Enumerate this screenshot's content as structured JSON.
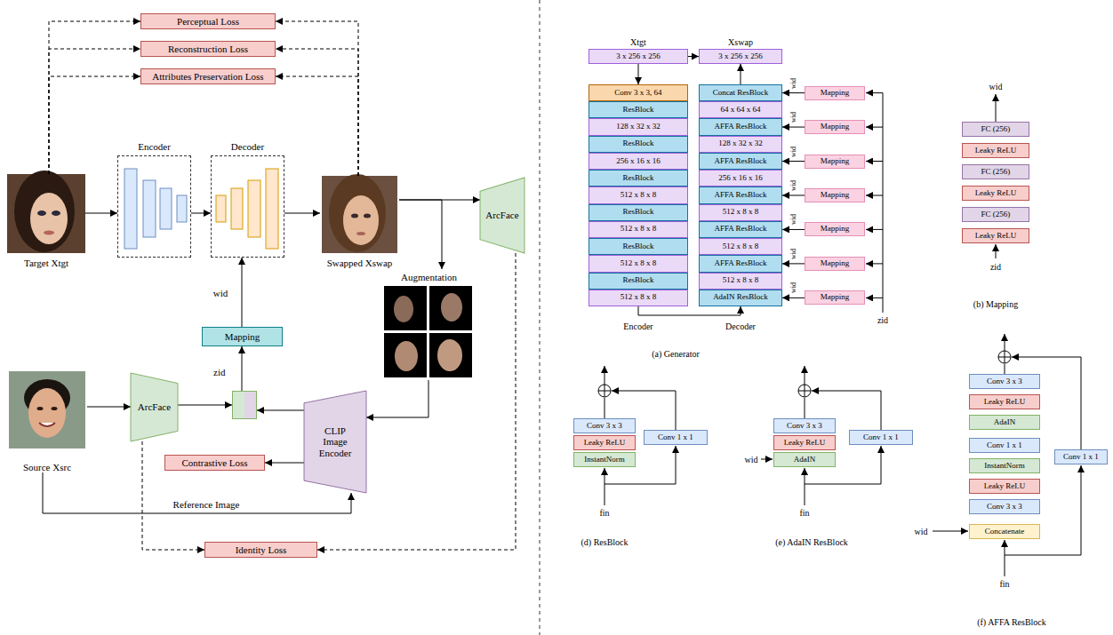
{
  "diagram": {
    "nodes": [
      {
        "text": [
          "Perceptual Loss"
        ]
      },
      {
        "text": [
          "Reconstruction Loss"
        ]
      },
      {
        "text": [
          "Attributes Preservation Loss"
        ]
      },
      {
        "text": [
          "Target Xtgt"
        ]
      },
      {
        "text": [
          "Encoder"
        ]
      },
      {
        "text": [
          "Decoder"
        ]
      },
      {
        "text": [
          "Swapped Xswap"
        ]
      },
      {
        "text": [
          "ArcFace"
        ]
      },
      {
        "text": [
          "Augmentation"
        ]
      },
      {
        "text": [
          "Mapping"
        ]
      },
      {
        "text": [
          "zid"
        ]
      },
      {
        "text": [
          "Source Xsrc"
        ]
      },
      {
        "text": [
          "ArcFace"
        ]
      },
      {
        "text": [
          "CLIP Image Encoder"
        ]
      },
      {
        "text": [
          "Contrastive Loss"
        ]
      },
      {
        "text": [
          "Identity Loss"
        ]
      },
      {
        "text": [
          "Xtgt",
          "3 x 256 x 256"
        ]
      },
      {
        "text": [
          "Conv 3 x 3, 64"
        ]
      },
      {
        "text": [
          "ResBlock"
        ]
      },
      {
        "text": [
          "128 x 32 x 32"
        ]
      },
      {
        "text": [
          "ResBlock"
        ]
      },
      {
        "text": [
          "256 x 16 x 16"
        ]
      },
      {
        "text": [
          "ResBlock"
        ]
      },
      {
        "text": [
          "512 x 8 x 8"
        ]
      },
      {
        "text": [
          "ResBlock"
        ]
      },
      {
        "text": [
          "512 x 8 x 8"
        ]
      },
      {
        "text": [
          "ResBlock"
        ]
      },
      {
        "text": [
          "512 x 8 x 8"
        ]
      },
      {
        "text": [
          "ResBlock"
        ]
      },
      {
        "text": [
          "512 x 8 x 8"
        ]
      },
      {
        "text": [
          "Xswap",
          "3 x 256 x 256"
        ]
      },
      {
        "text": [
          "Concat ResBlock"
        ]
      },
      {
        "text": [
          "64 x 64 x 64"
        ]
      },
      {
        "text": [
          "AFFA ResBlock"
        ]
      },
      {
        "text": [
          "128 x 32 x 32"
        ]
      },
      {
        "text": [
          "AFFA ResBlock"
        ]
      },
      {
        "text": [
          "256 x 16 x 16"
        ]
      },
      {
        "text": [
          "AFFA ResBlock"
        ]
      },
      {
        "text": [
          "512 x 8 x 8"
        ]
      },
      {
        "text": [
          "AFFA ResBlock"
        ]
      },
      {
        "text": [
          "512 x 8 x 8"
        ]
      },
      {
        "text": [
          "AFFA ResBlock"
        ]
      },
      {
        "text": [
          "512 x 8 x 8"
        ]
      },
      {
        "text": [
          "AdaIN ResBlock"
        ]
      },
      {
        "text": [
          "Mapping"
        ]
      },
      {
        "text": [
          "Mapping"
        ]
      },
      {
        "text": [
          "Mapping"
        ]
      },
      {
        "text": [
          "Mapping"
        ]
      },
      {
        "text": [
          "Mapping"
        ]
      },
      {
        "text": [
          "Mapping"
        ]
      },
      {
        "text": [
          "Mapping"
        ]
      },
      {
        "text": [
          "FC (256)"
        ]
      },
      {
        "text": [
          "Leaky ReLU"
        ]
      },
      {
        "text": [
          "FC (256)"
        ]
      },
      {
        "text": [
          "Leaky ReLU"
        ]
      },
      {
        "text": [
          "FC (256)"
        ]
      },
      {
        "text": [
          "Leaky ReLU"
        ]
      },
      {
        "text": [
          "Conv 3 x 3"
        ]
      },
      {
        "text": [
          "Leaky ReLU"
        ]
      },
      {
        "text": [
          "InstantNorm"
        ]
      },
      {
        "text": [
          "Conv 1 x 1"
        ]
      },
      {
        "text": [
          "Conv 3 x 3"
        ]
      },
      {
        "text": [
          "Leaky ReLU"
        ]
      },
      {
        "text": [
          "AdaIN"
        ]
      },
      {
        "text": [
          "Conv 1 x 1"
        ]
      },
      {
        "text": [
          "Conv 3 x 3"
        ]
      },
      {
        "text": [
          "Leaky ReLU"
        ]
      },
      {
        "text": [
          "AdaIN"
        ]
      },
      {
        "text": [
          "Conv 1 x 1"
        ]
      },
      {
        "text": [
          "InstantNorm"
        ]
      },
      {
        "text": [
          "Leaky ReLU"
        ]
      },
      {
        "text": [
          "Conv 3 x 3"
        ]
      },
      {
        "text": [
          "Concatenate"
        ]
      },
      {
        "text": [
          "Conv 1 x 1"
        ]
      }
    ],
    "edges": [
      {
        "from": 3,
        "to": 4,
        "arrow": "to"
      },
      {
        "from": 4,
        "to": 5,
        "arrow": "to"
      },
      {
        "from": 5,
        "to": 6,
        "arrow": "to"
      },
      {
        "from": 6,
        "to": 7,
        "arrow": "to"
      },
      {
        "from": 6,
        "to": 8,
        "arrow": "to"
      },
      {
        "from": 8,
        "to": 13,
        "arrow": "to"
      },
      {
        "from": 13,
        "to": 10,
        "arrow": "to"
      },
      {
        "from": 11,
        "to": 12,
        "arrow": "to"
      },
      {
        "from": 12,
        "to": 10,
        "arrow": "to"
      },
      {
        "from": 10,
        "to": 9,
        "arrow": "to"
      },
      {
        "from": 9,
        "to": 5,
        "arrow": "to",
        "label": "wid"
      },
      {
        "from": 13,
        "to": 14,
        "arrow": "to"
      },
      {
        "from": 11,
        "to": 13,
        "arrow": "to",
        "label": "Reference Image"
      },
      {
        "from": 3,
        "to": 0,
        "arrow": "to"
      },
      {
        "from": 3,
        "to": 1,
        "arrow": "to"
      },
      {
        "from": 3,
        "to": 2,
        "arrow": "to"
      },
      {
        "from": 6,
        "to": 0,
        "arrow": "to"
      },
      {
        "from": 6,
        "to": 1,
        "arrow": "to"
      },
      {
        "from": 6,
        "to": 2,
        "arrow": "to"
      },
      {
        "from": 12,
        "to": 15,
        "arrow": "to"
      },
      {
        "from": 7,
        "to": 15,
        "arrow": "to"
      },
      {
        "from": 16,
        "to": 17,
        "arrow": "to"
      },
      {
        "from": 16,
        "to": 30,
        "arrow": "to"
      },
      {
        "from": 31,
        "to": 30,
        "arrow": "to"
      },
      {
        "from": 29,
        "to": 43,
        "arrow": "to"
      },
      {
        "from": 44,
        "to": 31,
        "arrow": "to",
        "label": "wid"
      },
      {
        "from": 45,
        "to": 33,
        "arrow": "to",
        "label": "wid"
      },
      {
        "from": 46,
        "to": 35,
        "arrow": "to",
        "label": "wid"
      },
      {
        "from": 47,
        "to": 37,
        "arrow": "to",
        "label": "wid"
      },
      {
        "from": 48,
        "to": 39,
        "arrow": "to",
        "label": "wid"
      },
      {
        "from": 49,
        "to": 41,
        "arrow": "to",
        "label": "wid"
      },
      {
        "from": 50,
        "to": 43,
        "arrow": "to",
        "label": "wid"
      }
    ],
    "labels": [
      "Encoder",
      "Decoder",
      "zid",
      "(a) Generator",
      "wid",
      "zid",
      "(b) Mapping",
      "fin",
      "(d) ResBlock",
      "wid",
      "fin",
      "(e) AdaIN ResBlock",
      "wid",
      "fin",
      "(f) AFFA ResBlock"
    ]
  }
}
